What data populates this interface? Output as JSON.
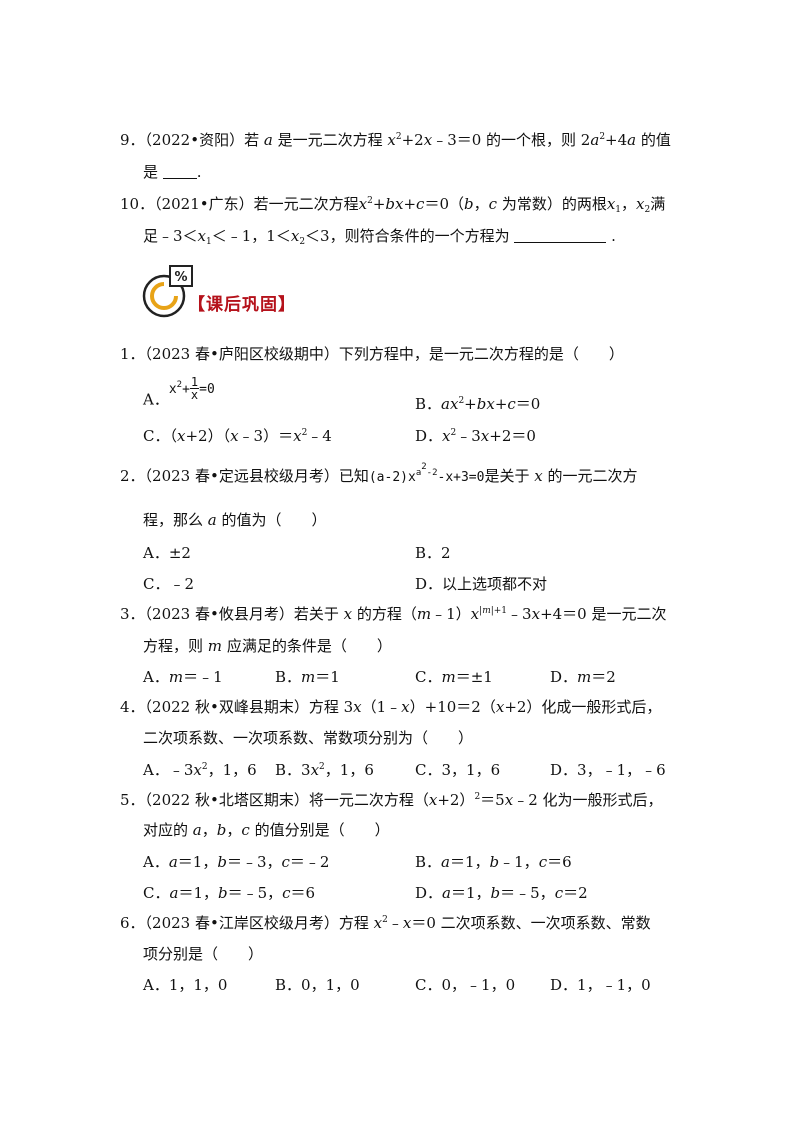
{
  "top_questions": [
    {
      "num": "9．",
      "source": "（2022•资阳）若",
      "l1_a": "是一元二次方程",
      "l1_eq": "+2",
      "l1_eq2": "﹣3＝0 的一个根，则 2",
      "l1_tail": "+4",
      "l1_end": "的值",
      "l2": "是",
      "l2_end": "."
    },
    {
      "num": "10．",
      "l1": "（2021•广东）若一元二次方程",
      "l1_eq": "＝0（",
      "l1_eq2": "为常数）的两根",
      "l1_end": "满",
      "l2": "足﹣3＜",
      "l2_mid": "＜﹣1，1＜",
      "l2_mid2": "＜3，则符合条件的一个方程为",
      "l2_end": "."
    }
  ],
  "section_title": "【课后巩固】",
  "section_icon": "percent-pie-icon",
  "questions": [
    {
      "num": "1．",
      "stem": "（2023 春•庐阳区校级期中）下列方程中，是一元二次方程的是（　　）",
      "opts": {
        "A": "A．",
        "A_tail": "=0",
        "B": "B．",
        "B_tail": "＝0",
        "C": "C．（",
        "C_tail": "﹣4",
        "D": "D．",
        "D_tail": "+2＝0"
      }
    },
    {
      "num": "2．",
      "stem_a": "（2023 春•定远县校级月考）已知",
      "stem_b": "是关于",
      "stem_c": "的一元二次方",
      "stem2": "程，那么",
      "stem2_end": "的值为（　　）",
      "opts": {
        "A": "A．±2",
        "B": "B．2",
        "C": "C．﹣2",
        "D": "D．以上选项都不对"
      }
    },
    {
      "num": "3．",
      "stem_a": "（2023 春•攸县月考）若关于",
      "stem_b": "的方程（",
      "stem_c": "﹣1）",
      "stem_d": "﹣3",
      "stem_e": "+4＝0 是一元二次",
      "stem2": "方程，则",
      "stem2_end": "应满足的条件是（　　）",
      "opts": {
        "A": "＝﹣1",
        "B": "＝1",
        "C": "＝±1",
        "D": "＝2"
      }
    },
    {
      "num": "4．",
      "stem": "（2022 秋•双峰县期末）方程 3",
      "stem2": "二次项系数、一次项系数、常数项分别为（　　）",
      "opts": {
        "A": "，1，6",
        "B": "，1，6",
        "C": "C．3，1，6",
        "D": "D．3，﹣1，﹣6"
      }
    },
    {
      "num": "5．",
      "stem": "（2022 秋•北塔区期末）将一元二次方程（",
      "stem2": "对应的",
      "stem2_end": "的值分别是（　　）",
      "opts": {
        "A": "＝﹣2",
        "B": "＝6",
        "C": "＝6",
        "D": "＝2"
      }
    },
    {
      "num": "6．",
      "stem": "（2023 春•江岸区校级月考）方程",
      "stem_end": "＝0 二次项系数、一次项系数、常数",
      "stem2": "项分别是（　　）",
      "opts": {
        "A": "A．1，1，0",
        "B": "B．0，1，0",
        "C": "C．0，﹣1，0",
        "D": "D．1，﹣1，0"
      }
    }
  ]
}
